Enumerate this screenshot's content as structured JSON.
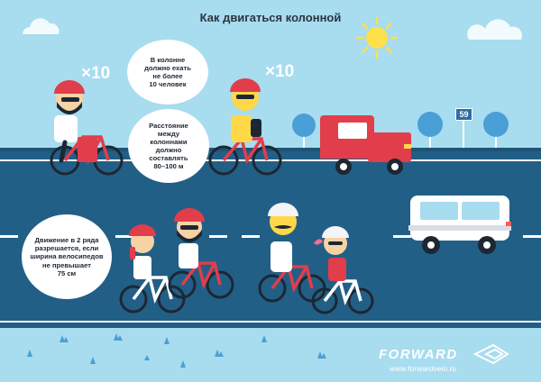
{
  "title": "Как двигаться колонной",
  "bubbles": {
    "group_size": "В колонне\nдолжно ехать\nне более\n10 человек",
    "distance": "Расстояние\nмежду\nколоннами\nдолжно\nсоставлять\n80–100 м",
    "two_rows": "Движение в 2 ряда\nразрешается, если\nширина велосипедов\nне превышает\n75 см"
  },
  "multipliers": {
    "left": "×10",
    "right": "×10"
  },
  "road_sign": "59",
  "brand": {
    "logo_text": "FORWARD",
    "url": "www.forwardvelo.ru"
  },
  "colors": {
    "sky": "#a8dcef",
    "road": "#225f86",
    "road_dark": "#1e5479",
    "lane_marking": "#ffffff",
    "accent_red": "#e23d4b",
    "sun": "#ffe04b",
    "tree": "#4a9fd6"
  }
}
